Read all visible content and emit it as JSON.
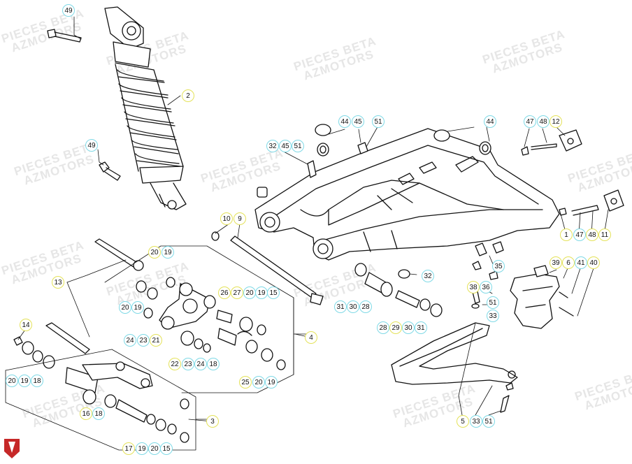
{
  "watermark": {
    "line1": "PIECES BETA",
    "line2": "AZMOTORS"
  },
  "callout_colors": {
    "primary_ring": "#e4e259",
    "secondary_ring": "#7fd9e6",
    "drawing": "#111111"
  },
  "callouts": [
    {
      "id": "c-49a",
      "label": "49",
      "ring": "s"
    },
    {
      "id": "c-2",
      "label": "2",
      "ring": "p"
    },
    {
      "id": "c-49b",
      "label": "49",
      "ring": "s"
    },
    {
      "id": "c-44a",
      "label": "44",
      "ring": "s"
    },
    {
      "id": "c-45a",
      "label": "45",
      "ring": "s"
    },
    {
      "id": "c-51a",
      "label": "51",
      "ring": "s"
    },
    {
      "id": "c-32a",
      "label": "32",
      "ring": "s"
    },
    {
      "id": "c-45b",
      "label": "45",
      "ring": "s"
    },
    {
      "id": "c-51b",
      "label": "51",
      "ring": "s"
    },
    {
      "id": "c-44b",
      "label": "44",
      "ring": "s"
    },
    {
      "id": "c-47a",
      "label": "47",
      "ring": "s"
    },
    {
      "id": "c-48a",
      "label": "48",
      "ring": "s"
    },
    {
      "id": "c-12",
      "label": "12",
      "ring": "p"
    },
    {
      "id": "c-10",
      "label": "10",
      "ring": "p"
    },
    {
      "id": "c-9",
      "label": "9",
      "ring": "p"
    },
    {
      "id": "c-1",
      "label": "1",
      "ring": "p"
    },
    {
      "id": "c-47b",
      "label": "47",
      "ring": "s"
    },
    {
      "id": "c-48b",
      "label": "48",
      "ring": "p"
    },
    {
      "id": "c-11",
      "label": "11",
      "ring": "p"
    },
    {
      "id": "c-20a",
      "label": "20",
      "ring": "p"
    },
    {
      "id": "c-19a",
      "label": "19",
      "ring": "s"
    },
    {
      "id": "c-35",
      "label": "35",
      "ring": "s"
    },
    {
      "id": "c-32b",
      "label": "32",
      "ring": "s"
    },
    {
      "id": "c-39",
      "label": "39",
      "ring": "p"
    },
    {
      "id": "c-6",
      "label": "6",
      "ring": "p"
    },
    {
      "id": "c-41",
      "label": "41",
      "ring": "s"
    },
    {
      "id": "c-40",
      "label": "40",
      "ring": "p"
    },
    {
      "id": "c-13",
      "label": "13",
      "ring": "p"
    },
    {
      "id": "c-38",
      "label": "38",
      "ring": "p"
    },
    {
      "id": "c-36",
      "label": "36",
      "ring": "s"
    },
    {
      "id": "c-51c",
      "label": "51",
      "ring": "s"
    },
    {
      "id": "c-33a",
      "label": "33",
      "ring": "s"
    },
    {
      "id": "c-26",
      "label": "26",
      "ring": "p"
    },
    {
      "id": "c-27",
      "label": "27",
      "ring": "p"
    },
    {
      "id": "c-20b",
      "label": "20",
      "ring": "s"
    },
    {
      "id": "c-19b",
      "label": "19",
      "ring": "s"
    },
    {
      "id": "c-15",
      "label": "15",
      "ring": "s"
    },
    {
      "id": "c-20c",
      "label": "20",
      "ring": "s"
    },
    {
      "id": "c-19c",
      "label": "19",
      "ring": "s"
    },
    {
      "id": "c-31a",
      "label": "31",
      "ring": "s"
    },
    {
      "id": "c-30a",
      "label": "30",
      "ring": "s"
    },
    {
      "id": "c-28a",
      "label": "28",
      "ring": "s"
    },
    {
      "id": "c-14",
      "label": "14",
      "ring": "p"
    },
    {
      "id": "c-24a",
      "label": "24",
      "ring": "s"
    },
    {
      "id": "c-23a",
      "label": "23",
      "ring": "s"
    },
    {
      "id": "c-21",
      "label": "21",
      "ring": "p"
    },
    {
      "id": "c-28b",
      "label": "28",
      "ring": "s"
    },
    {
      "id": "c-29",
      "label": "29",
      "ring": "p"
    },
    {
      "id": "c-30b",
      "label": "30",
      "ring": "s"
    },
    {
      "id": "c-31b",
      "label": "31",
      "ring": "s"
    },
    {
      "id": "c-4",
      "label": "4",
      "ring": "p"
    },
    {
      "id": "c-22",
      "label": "22",
      "ring": "p"
    },
    {
      "id": "c-23b",
      "label": "23",
      "ring": "s"
    },
    {
      "id": "c-24b",
      "label": "24",
      "ring": "s"
    },
    {
      "id": "c-18a",
      "label": "18",
      "ring": "s"
    },
    {
      "id": "c-20d",
      "label": "20",
      "ring": "s"
    },
    {
      "id": "c-19d",
      "label": "19",
      "ring": "s"
    },
    {
      "id": "c-18b",
      "label": "18",
      "ring": "s"
    },
    {
      "id": "c-25",
      "label": "25",
      "ring": "p"
    },
    {
      "id": "c-20e",
      "label": "20",
      "ring": "s"
    },
    {
      "id": "c-19e",
      "label": "19",
      "ring": "s"
    },
    {
      "id": "c-16",
      "label": "16",
      "ring": "p"
    },
    {
      "id": "c-18c",
      "label": "18",
      "ring": "s"
    },
    {
      "id": "c-3",
      "label": "3",
      "ring": "p"
    },
    {
      "id": "c-5",
      "label": "5",
      "ring": "p"
    },
    {
      "id": "c-33b",
      "label": "33",
      "ring": "s"
    },
    {
      "id": "c-51d",
      "label": "51",
      "ring": "s"
    },
    {
      "id": "c-17",
      "label": "17",
      "ring": "p"
    },
    {
      "id": "c-19f",
      "label": "19",
      "ring": "s"
    },
    {
      "id": "c-20f",
      "label": "20",
      "ring": "s"
    },
    {
      "id": "c-15b",
      "label": "15",
      "ring": "s"
    }
  ]
}
